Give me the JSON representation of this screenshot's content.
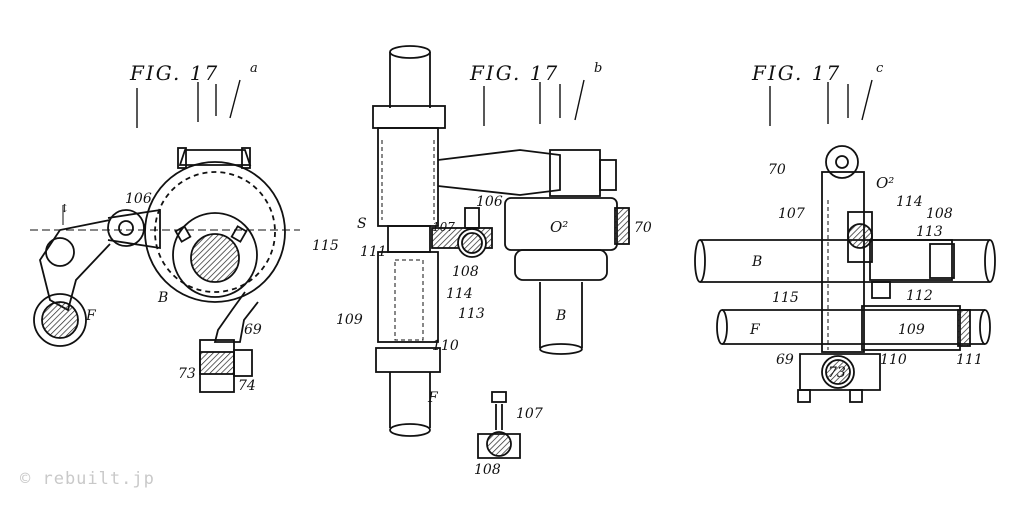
{
  "watermark": "© rebuilt.jp",
  "figures": {
    "a": {
      "title": "FIG. 17",
      "sup": "a",
      "labels": {
        "l106": "106",
        "lB": "B",
        "lF": "F",
        "l69": "69",
        "l73": "73",
        "l74": "74"
      }
    },
    "b": {
      "title": "FIG. 17",
      "sup": "b",
      "labels": {
        "l106": "106",
        "l107": "107",
        "lS": "S",
        "l115": "115",
        "l111": "111",
        "l108": "108",
        "l114": "114",
        "l109": "109",
        "l113": "113",
        "l110": "110",
        "lF": "F",
        "lO2": "O²",
        "l70": "70",
        "lB": "B",
        "l107b": "107",
        "l108b": "108"
      }
    },
    "c": {
      "title": "FIG. 17",
      "sup": "c",
      "labels": {
        "l70": "70",
        "lO2": "O²",
        "l114": "114",
        "l107": "107",
        "l108": "108",
        "l113": "113",
        "lB": "B",
        "l115": "115",
        "l112": "112",
        "lF": "F",
        "l109": "109",
        "l69": "69",
        "l73": "73",
        "l110": "110",
        "l111": "111"
      }
    }
  }
}
